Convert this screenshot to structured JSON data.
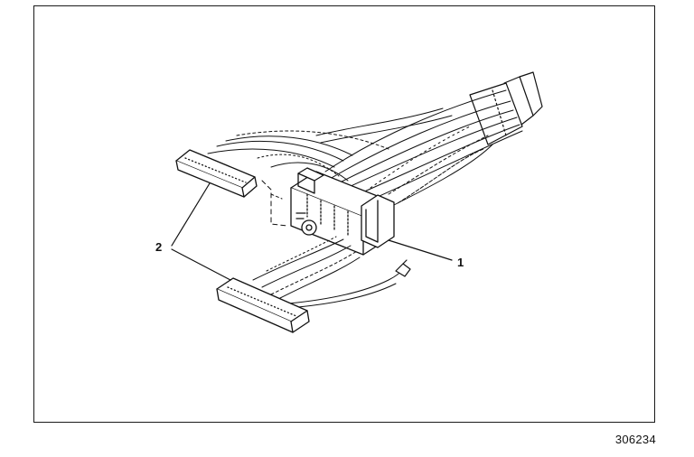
{
  "figure": {
    "callouts": [
      {
        "id": "1",
        "label": "1"
      },
      {
        "id": "2",
        "label": "2"
      }
    ],
    "figure_number": "306234"
  },
  "colors": {
    "ink": "#111111",
    "paper": "#ffffff"
  }
}
